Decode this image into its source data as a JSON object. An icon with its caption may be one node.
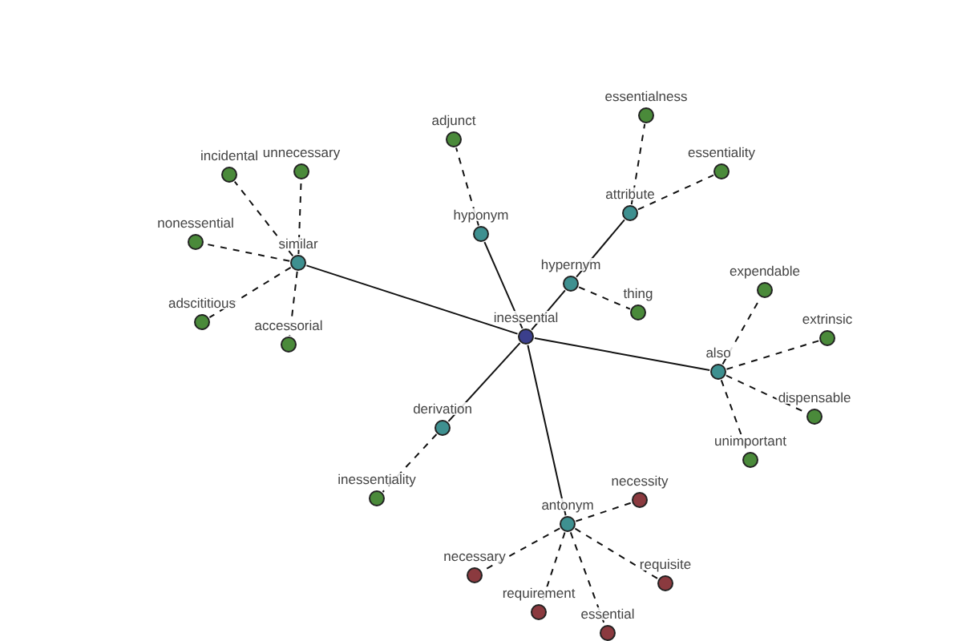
{
  "diagram": {
    "nodes": [
      {
        "text": [
          "inessential"
        ]
      },
      {
        "text": [
          "similar"
        ]
      },
      {
        "text": [
          "incidental"
        ]
      },
      {
        "text": [
          "unnecessary"
        ]
      },
      {
        "text": [
          "nonessential"
        ]
      },
      {
        "text": [
          "adscititious"
        ]
      },
      {
        "text": [
          "accessorial"
        ]
      },
      {
        "text": [
          "hyponym"
        ]
      },
      {
        "text": [
          "adjunct"
        ]
      },
      {
        "text": [
          "hypernym"
        ]
      },
      {
        "text": [
          "thing"
        ]
      },
      {
        "text": [
          "attribute"
        ]
      },
      {
        "text": [
          "essentialness"
        ]
      },
      {
        "text": [
          "essentiality"
        ]
      },
      {
        "text": [
          "also"
        ]
      },
      {
        "text": [
          "expendable"
        ]
      },
      {
        "text": [
          "extrinsic"
        ]
      },
      {
        "text": [
          "dispensable"
        ]
      },
      {
        "text": [
          "unimportant"
        ]
      },
      {
        "text": [
          "derivation"
        ]
      },
      {
        "text": [
          "inessentiality"
        ]
      },
      {
        "text": [
          "antonym"
        ]
      },
      {
        "text": [
          "necessity"
        ]
      },
      {
        "text": [
          "necessary"
        ]
      },
      {
        "text": [
          "requirement"
        ]
      },
      {
        "text": [
          "essential"
        ]
      },
      {
        "text": [
          "requisite"
        ]
      }
    ],
    "edges": [
      {
        "from": 0,
        "to": 1,
        "arrow": "none"
      },
      {
        "from": 1,
        "to": 2,
        "arrow": "none",
        "style": "dashed"
      },
      {
        "from": 1,
        "to": 3,
        "arrow": "none",
        "style": "dashed"
      },
      {
        "from": 1,
        "to": 4,
        "arrow": "none",
        "style": "dashed"
      },
      {
        "from": 1,
        "to": 5,
        "arrow": "none",
        "style": "dashed"
      },
      {
        "from": 1,
        "to": 6,
        "arrow": "none",
        "style": "dashed"
      },
      {
        "from": 0,
        "to": 7,
        "arrow": "none"
      },
      {
        "from": 7,
        "to": 8,
        "arrow": "none",
        "style": "dashed"
      },
      {
        "from": 0,
        "to": 9,
        "arrow": "none"
      },
      {
        "from": 9,
        "to": 10,
        "arrow": "none",
        "style": "dashed"
      },
      {
        "from": 9,
        "to": 11,
        "arrow": "none"
      },
      {
        "from": 11,
        "to": 12,
        "arrow": "none",
        "style": "dashed"
      },
      {
        "from": 11,
        "to": 13,
        "arrow": "none",
        "style": "dashed"
      },
      {
        "from": 0,
        "to": 14,
        "arrow": "none"
      },
      {
        "from": 14,
        "to": 15,
        "arrow": "none",
        "style": "dashed"
      },
      {
        "from": 14,
        "to": 16,
        "arrow": "none",
        "style": "dashed"
      },
      {
        "from": 14,
        "to": 17,
        "arrow": "none",
        "style": "dashed"
      },
      {
        "from": 14,
        "to": 18,
        "arrow": "none",
        "style": "dashed"
      },
      {
        "from": 0,
        "to": 19,
        "arrow": "none"
      },
      {
        "from": 19,
        "to": 20,
        "arrow": "none",
        "style": "dashed"
      },
      {
        "from": 0,
        "to": 21,
        "arrow": "none"
      },
      {
        "from": 21,
        "to": 22,
        "arrow": "none",
        "style": "dashed"
      },
      {
        "from": 21,
        "to": 23,
        "arrow": "none",
        "style": "dashed"
      },
      {
        "from": 21,
        "to": 24,
        "arrow": "none",
        "style": "dashed"
      },
      {
        "from": 21,
        "to": 25,
        "arrow": "none",
        "style": "dashed"
      },
      {
        "from": 21,
        "to": 26,
        "arrow": "none",
        "style": "dashed"
      }
    ]
  }
}
